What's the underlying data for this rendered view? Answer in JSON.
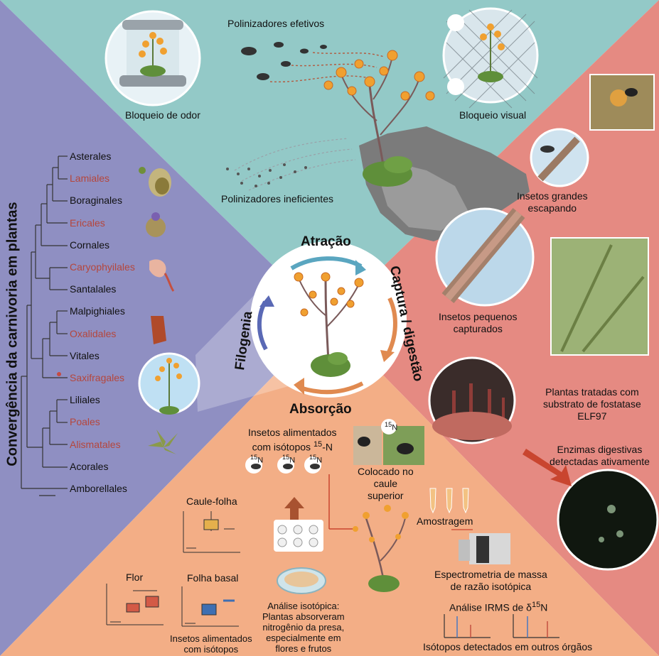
{
  "colors": {
    "top_panel": "#93c9c7",
    "left_panel": "#8f8fc2",
    "right_panel": "#e58a82",
    "bottom_panel": "#f3ae86",
    "red_label": "#b5463c",
    "arrow_teal": "#5aa6c0",
    "arrow_orange": "#e08a50",
    "arrow_blue": "#5a69b5",
    "arrow_red": "#c9452f"
  },
  "phylogeny": {
    "title": "Convergência da carnivoria em plantas",
    "orders": [
      {
        "name": "Asterales",
        "carnivorous": false
      },
      {
        "name": "Lamiales",
        "carnivorous": true
      },
      {
        "name": "Boraginales",
        "carnivorous": false
      },
      {
        "name": "Ericales",
        "carnivorous": true
      },
      {
        "name": "Cornales",
        "carnivorous": false
      },
      {
        "name": "Caryophyilales",
        "carnivorous": true
      },
      {
        "name": "Santalales",
        "carnivorous": false
      },
      {
        "name": "Malpighiales",
        "carnivorous": false
      },
      {
        "name": "Oxalidales",
        "carnivorous": true
      },
      {
        "name": "Vitales",
        "carnivorous": false
      },
      {
        "name": "Saxifragales",
        "carnivorous": true
      },
      {
        "name": "Liliales",
        "carnivorous": false
      },
      {
        "name": "Poales",
        "carnivorous": true
      },
      {
        "name": "Alismatales",
        "carnivorous": true
      },
      {
        "name": "Acorales",
        "carnivorous": false
      },
      {
        "name": "Amborellales",
        "carnivorous": false
      }
    ]
  },
  "top": {
    "effective": "Polinizadores efetivos",
    "ineffective": "Polinizadores ineficientes",
    "odor_block": "Bloqueio de odor",
    "visual_block": "Bloqueio visual"
  },
  "cycle": {
    "attraction": "Atração",
    "capture": "Captura / digestão",
    "absorption": "Absorção",
    "phylogeny": "Filogenia"
  },
  "right": {
    "large_escape": [
      "Insetos grandes",
      "escapando"
    ],
    "small_captured": [
      "Insetos pequenos",
      "capturados"
    ],
    "treated": [
      "Plantas tratadas com",
      "substrato de fostatase",
      "ELF97"
    ],
    "enzymes": [
      "Enzimas digestivas",
      "detectadas ativamente"
    ]
  },
  "bottom": {
    "fed_prefix": "Insetos alimentados",
    "fed_line2": "com isótopos ",
    "isotope_sup": "15",
    "isotope_el": "-N",
    "n15_sup": "15",
    "n15_el": "N",
    "placed": [
      "Colocado no",
      "caule",
      "superior"
    ],
    "sampling": "Amostragem",
    "irms": [
      "Espectrometria de massa",
      "de razão isotópica"
    ],
    "irms_analysis_prefix": "Análise IRMS de δ",
    "iso_analysis": [
      "Análise isotópica:",
      "Plantas absorveram",
      "nitrogênio da presa,",
      "especialmente em",
      "flores e frutos"
    ],
    "stem_leaf": "Caule-folha",
    "flower": "Flor",
    "basal_leaf": "Folha basal",
    "fed_bottom": [
      "Insetos alimentados",
      "com isótopos"
    ],
    "other_organs": "Isótopos detectados em outros órgãos"
  }
}
